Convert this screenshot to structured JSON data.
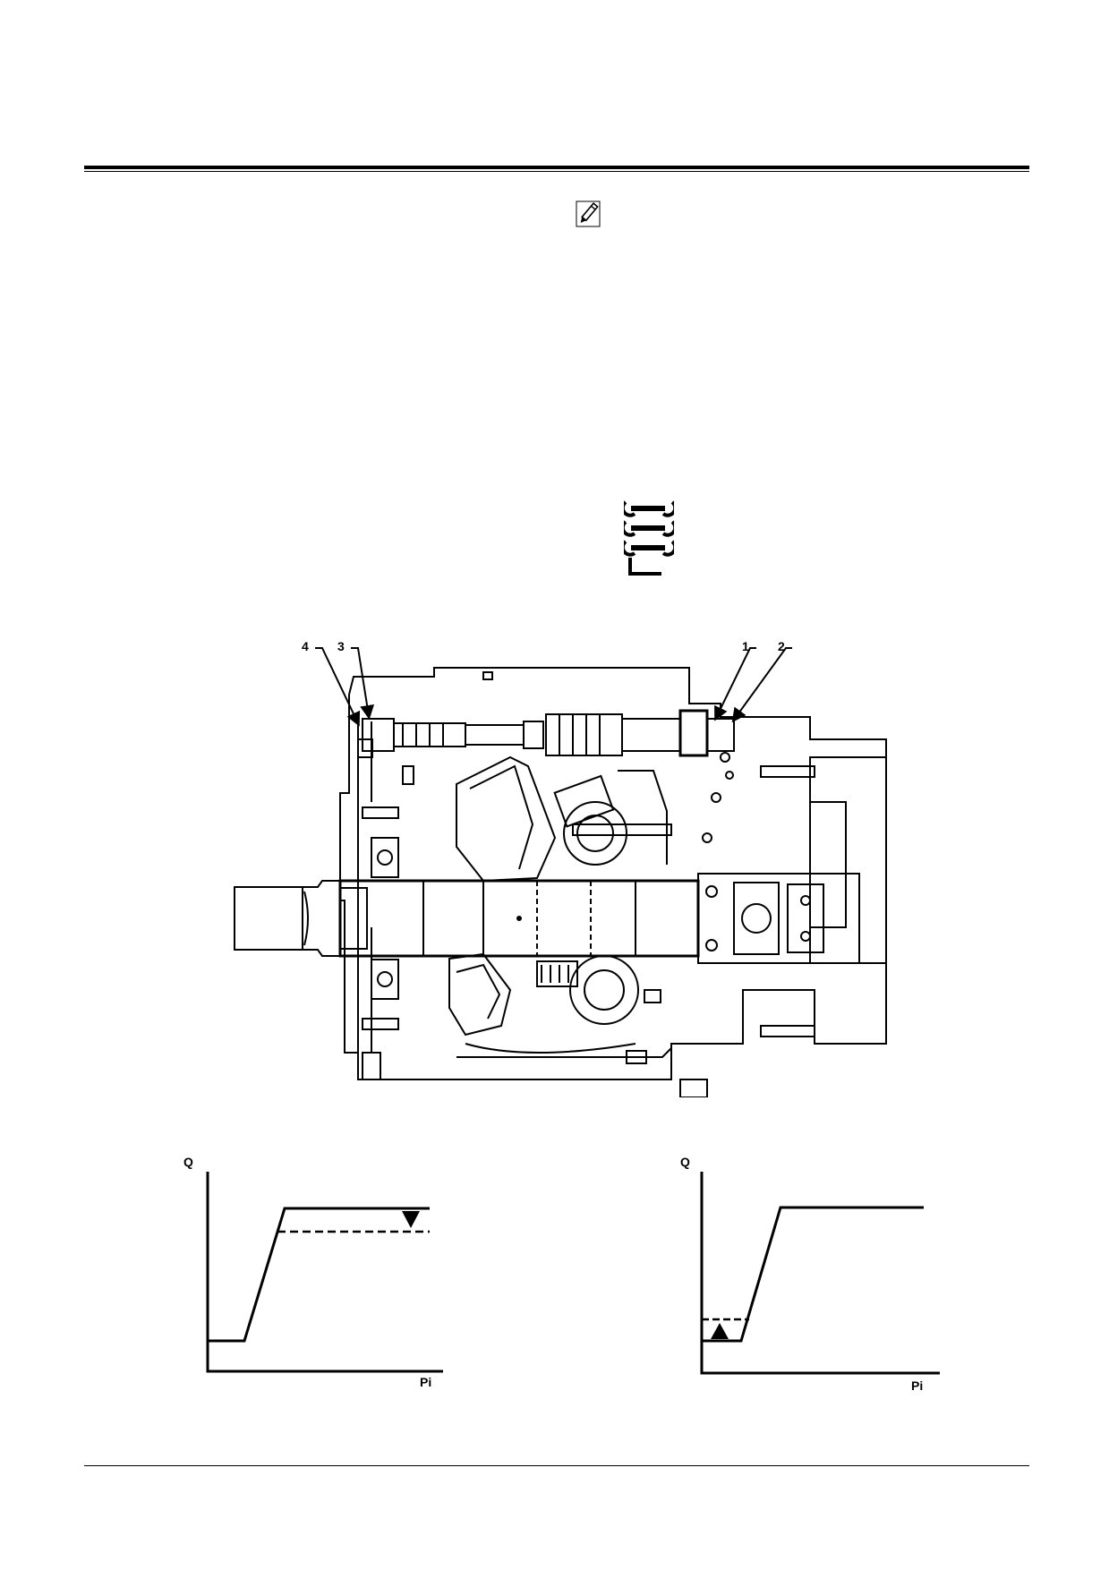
{
  "icons": {
    "note": "pencil-note-icon",
    "tools": [
      "wrench-icon",
      "wrench-icon",
      "wrench-icon",
      "hex-key-icon"
    ]
  },
  "diagram": {
    "callouts": [
      "4",
      "3",
      "1",
      "2"
    ]
  },
  "graphs": [
    {
      "y_label": "Q",
      "x_label": "Pi",
      "adjustment_marker": "down-arrow-icon"
    },
    {
      "y_label": "Q",
      "x_label": "Pi",
      "adjustment_marker": "up-arrow-icon"
    }
  ],
  "colors": {
    "ink": "#000000",
    "paper": "#ffffff"
  }
}
